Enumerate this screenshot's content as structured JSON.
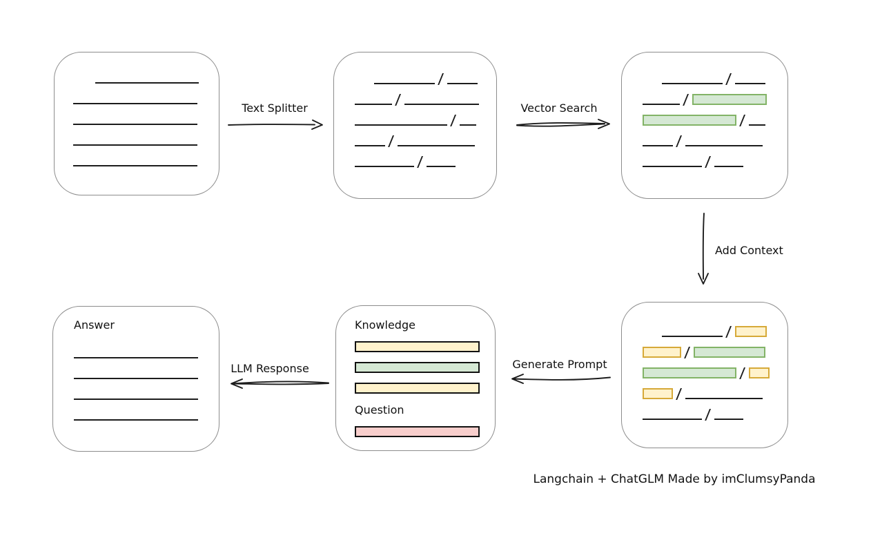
{
  "caption": "Langchain + ChatGLM Made by imClumsyPanda",
  "colors": {
    "box_border": "#8c8c8c",
    "line": "#1c1c1c",
    "text": "#111111",
    "green_fill": "#d5e8d4",
    "green_border": "#82b366",
    "yellow_fill": "#fff2cc",
    "yellow_border": "#d6a938",
    "red_fill": "#f8cecc",
    "red_border": "#b85450"
  },
  "arrows": {
    "text_splitter": "Text Splitter",
    "vector_search": "Vector Search",
    "add_context": "Add Context",
    "generate_prompt": "Generate Prompt",
    "llm_response": "LLM Response"
  },
  "prompt_box": {
    "knowledge_label": "Knowledge",
    "question_label": "Question",
    "knowledge_bars": [
      "yellow",
      "green",
      "yellow"
    ],
    "question_bars": [
      "red"
    ]
  },
  "answer_box": {
    "label": "Answer",
    "lines": [
      {
        "w": 180
      },
      {
        "w": 180
      },
      {
        "w": 180
      },
      {
        "w": 180
      }
    ]
  },
  "document_lines": [
    {
      "w": 150,
      "indent": 32
    },
    {
      "w": 180
    },
    {
      "w": 180
    },
    {
      "w": 180
    },
    {
      "w": 180
    }
  ],
  "split_rows": [
    {
      "indent": 28,
      "segs": [
        {
          "t": "line",
          "w": 88
        },
        {
          "t": "slash"
        },
        {
          "t": "line",
          "w": 44
        }
      ]
    },
    {
      "segs": [
        {
          "t": "line",
          "w": 54
        },
        {
          "t": "slash"
        },
        {
          "t": "line",
          "w": 108
        }
      ]
    },
    {
      "segs": [
        {
          "t": "line",
          "w": 134
        },
        {
          "t": "slash"
        },
        {
          "t": "line",
          "w": 24
        }
      ]
    },
    {
      "segs": [
        {
          "t": "line",
          "w": 44
        },
        {
          "t": "slash"
        },
        {
          "t": "line",
          "w": 112
        }
      ]
    },
    {
      "segs": [
        {
          "t": "line",
          "w": 86
        },
        {
          "t": "slash"
        },
        {
          "t": "line",
          "w": 42
        }
      ]
    }
  ],
  "matched_rows": [
    {
      "indent": 28,
      "segs": [
        {
          "t": "line",
          "w": 88
        },
        {
          "t": "slash"
        },
        {
          "t": "line",
          "w": 44
        }
      ]
    },
    {
      "segs": [
        {
          "t": "line",
          "w": 54
        },
        {
          "t": "slash"
        },
        {
          "t": "green",
          "w": 108
        }
      ]
    },
    {
      "segs": [
        {
          "t": "green",
          "w": 136
        },
        {
          "t": "slash"
        },
        {
          "t": "line",
          "w": 24
        }
      ]
    },
    {
      "segs": [
        {
          "t": "line",
          "w": 44
        },
        {
          "t": "slash"
        },
        {
          "t": "line",
          "w": 112
        }
      ]
    },
    {
      "segs": [
        {
          "t": "line",
          "w": 86
        },
        {
          "t": "slash"
        },
        {
          "t": "line",
          "w": 42
        }
      ]
    }
  ],
  "context_rows": [
    {
      "indent": 28,
      "segs": [
        {
          "t": "line",
          "w": 88
        },
        {
          "t": "slash"
        },
        {
          "t": "yellow",
          "w": 46
        }
      ]
    },
    {
      "segs": [
        {
          "t": "yellow",
          "w": 56
        },
        {
          "t": "slash"
        },
        {
          "t": "green",
          "w": 104
        }
      ]
    },
    {
      "segs": [
        {
          "t": "green",
          "w": 136
        },
        {
          "t": "slash"
        },
        {
          "t": "yellow",
          "w": 30
        }
      ]
    },
    {
      "segs": [
        {
          "t": "yellow",
          "w": 44
        },
        {
          "t": "slash"
        },
        {
          "t": "line",
          "w": 112
        }
      ]
    },
    {
      "segs": [
        {
          "t": "line",
          "w": 86
        },
        {
          "t": "slash"
        },
        {
          "t": "line",
          "w": 42
        }
      ]
    }
  ]
}
